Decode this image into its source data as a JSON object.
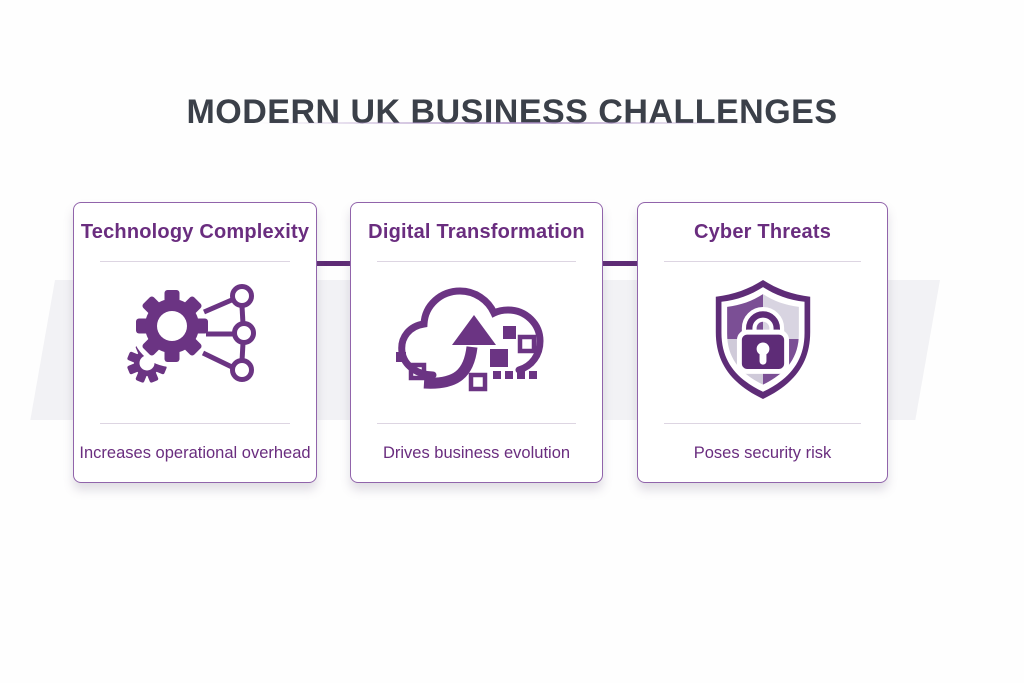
{
  "page_title": "MODERN UK BUSINESS CHALLENGES",
  "cards": [
    {
      "title": "Technology Complexity",
      "icon": "gear-network-icon",
      "description": "Increases operational overhead"
    },
    {
      "title": "Digital Transformation",
      "icon": "cloud-upload-arrow-icon",
      "description": "Drives business evolution"
    },
    {
      "title": "Cyber Threats",
      "icon": "shield-lock-icon",
      "description": "Poses security risk"
    }
  ],
  "colors": {
    "accent_purple": "#6b3483",
    "text_purple": "#6a2d7f",
    "title_charcoal": "#3b4049",
    "card_border": "#9164ab",
    "connector": "#5e2b75",
    "shield_dark": "#5e2c77",
    "shield_mid_purple": "#7b4f95",
    "shield_light": "#d8d4e1",
    "background_band": "#f2f2f5"
  }
}
